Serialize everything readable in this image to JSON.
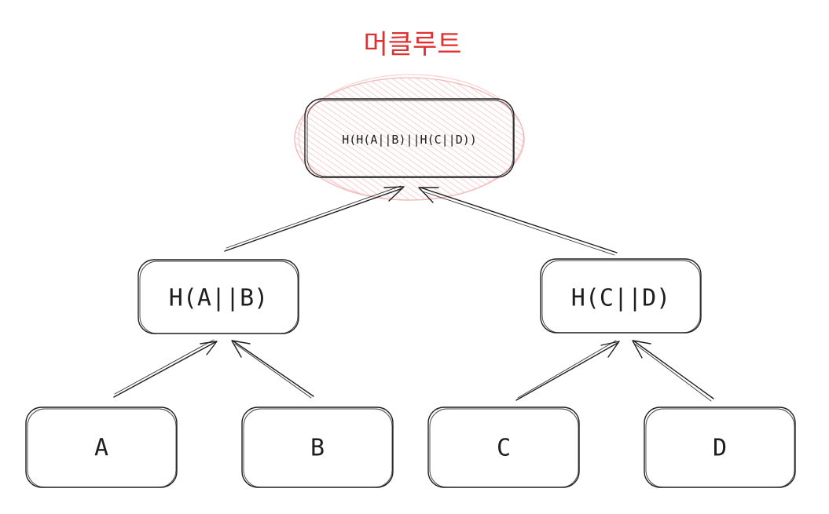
{
  "title": "머클루트",
  "accent_color": "#e03131",
  "highlight_color": "#ffc9c9",
  "nodes": {
    "root": "H(H(A||B)||H(C||D))",
    "hab": "H(A||B)",
    "hcd": "H(C||D)",
    "a": "A",
    "b": "B",
    "c": "C",
    "d": "D"
  }
}
